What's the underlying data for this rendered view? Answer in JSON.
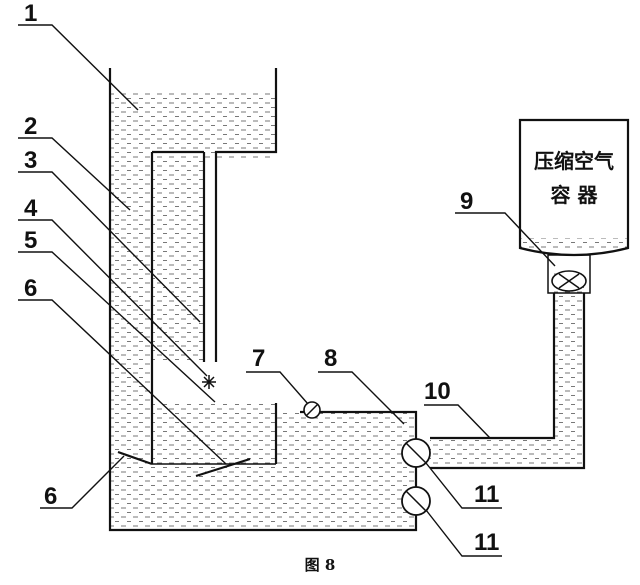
{
  "diagram": {
    "caption": "图 8",
    "container_label_line1": "压缩空气",
    "container_label_line2": "容  器",
    "labels": {
      "l1": "1",
      "l2": "2",
      "l3": "3",
      "l4": "4",
      "l5": "5",
      "l6_top": "6",
      "l6_bottom": "6",
      "l7": "7",
      "l8": "8",
      "l9": "9",
      "l10": "10",
      "l11_top": "11",
      "l11_bottom": "11"
    }
  }
}
